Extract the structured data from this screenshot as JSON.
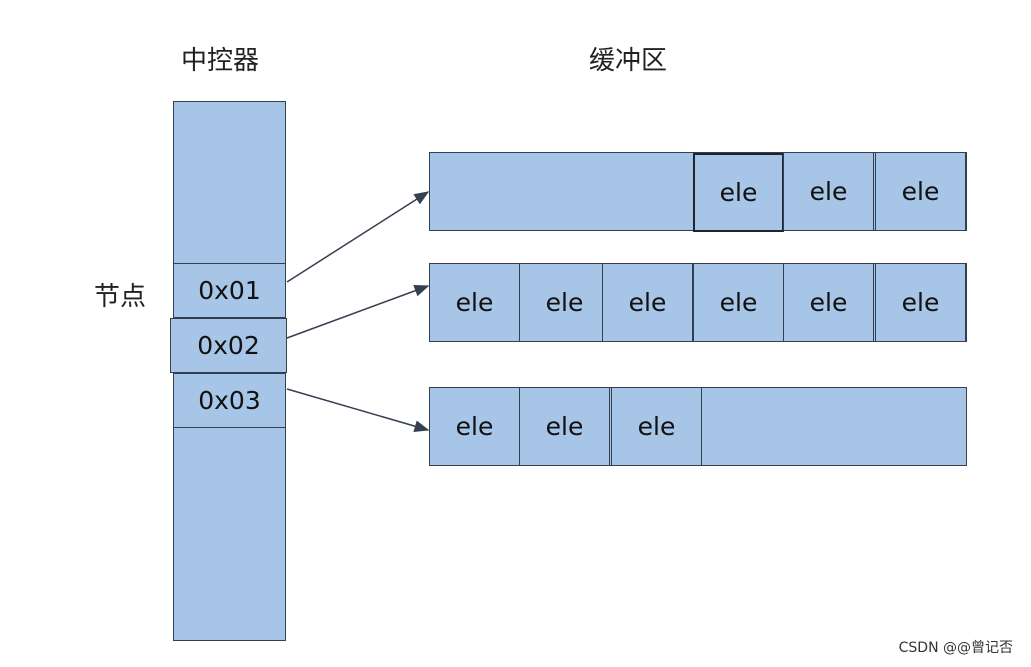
{
  "labels": {
    "controller": "中控器",
    "buffer": "缓冲区",
    "node": "节点"
  },
  "nodes": [
    "0x01",
    "0x02",
    "0x03"
  ],
  "buffers": [
    {
      "cells": [
        "ele",
        "ele",
        "ele"
      ]
    },
    {
      "cells": [
        "ele",
        "ele",
        "ele",
        "ele",
        "ele",
        "ele"
      ]
    },
    {
      "cells": [
        "ele",
        "ele",
        "ele"
      ]
    }
  ],
  "watermark": "CSDN @@曾记否",
  "colors": {
    "fill": "#a7c5e6",
    "stroke": "#34404f"
  }
}
